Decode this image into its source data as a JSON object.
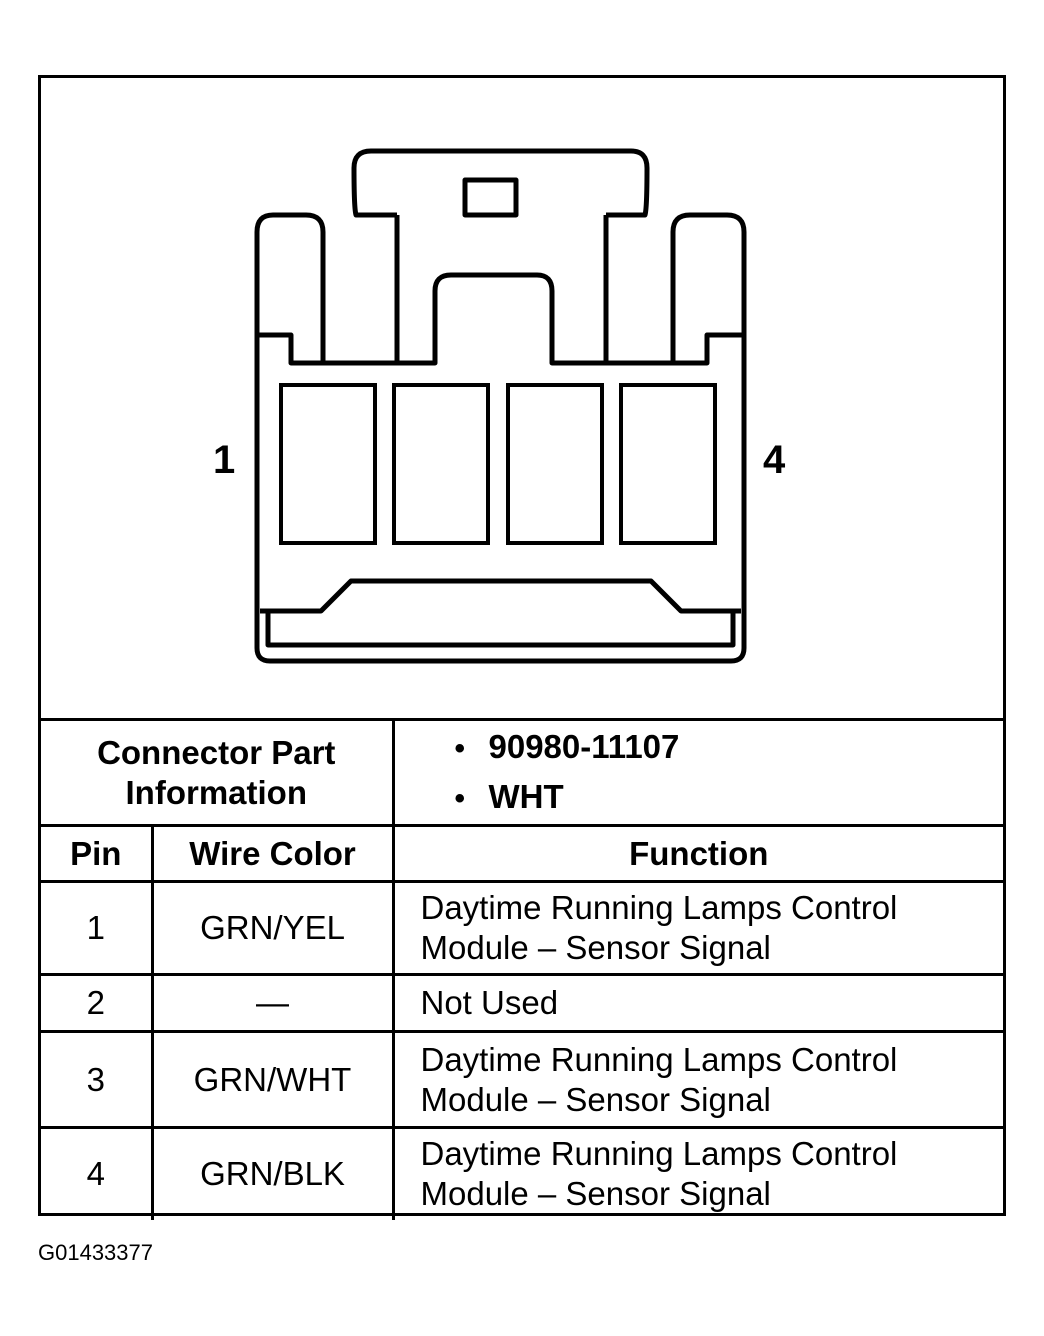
{
  "connector": {
    "pin_left_label": "1",
    "pin_right_label": "4"
  },
  "part_info": {
    "label_line1": "Connector Part",
    "label_line2": "Information",
    "items": [
      "90980-11107",
      "WHT"
    ]
  },
  "columns": {
    "pin": "Pin",
    "wire_color": "Wire Color",
    "function": "Function"
  },
  "rows": [
    {
      "pin": "1",
      "wire_color": "GRN/YEL",
      "function_line1": "Daytime Running Lamps Control",
      "function_line2": "Module – Sensor Signal"
    },
    {
      "pin": "2",
      "wire_color": "—",
      "function_line1": "Not Used",
      "function_line2": ""
    },
    {
      "pin": "3",
      "wire_color": "GRN/WHT",
      "function_line1": "Daytime Running Lamps Control",
      "function_line2": "Module – Sensor Signal"
    },
    {
      "pin": "4",
      "wire_color": "GRN/BLK",
      "function_line1": "Daytime Running Lamps Control",
      "function_line2": "Module – Sensor Signal"
    }
  ],
  "figure_id": "G01433377"
}
